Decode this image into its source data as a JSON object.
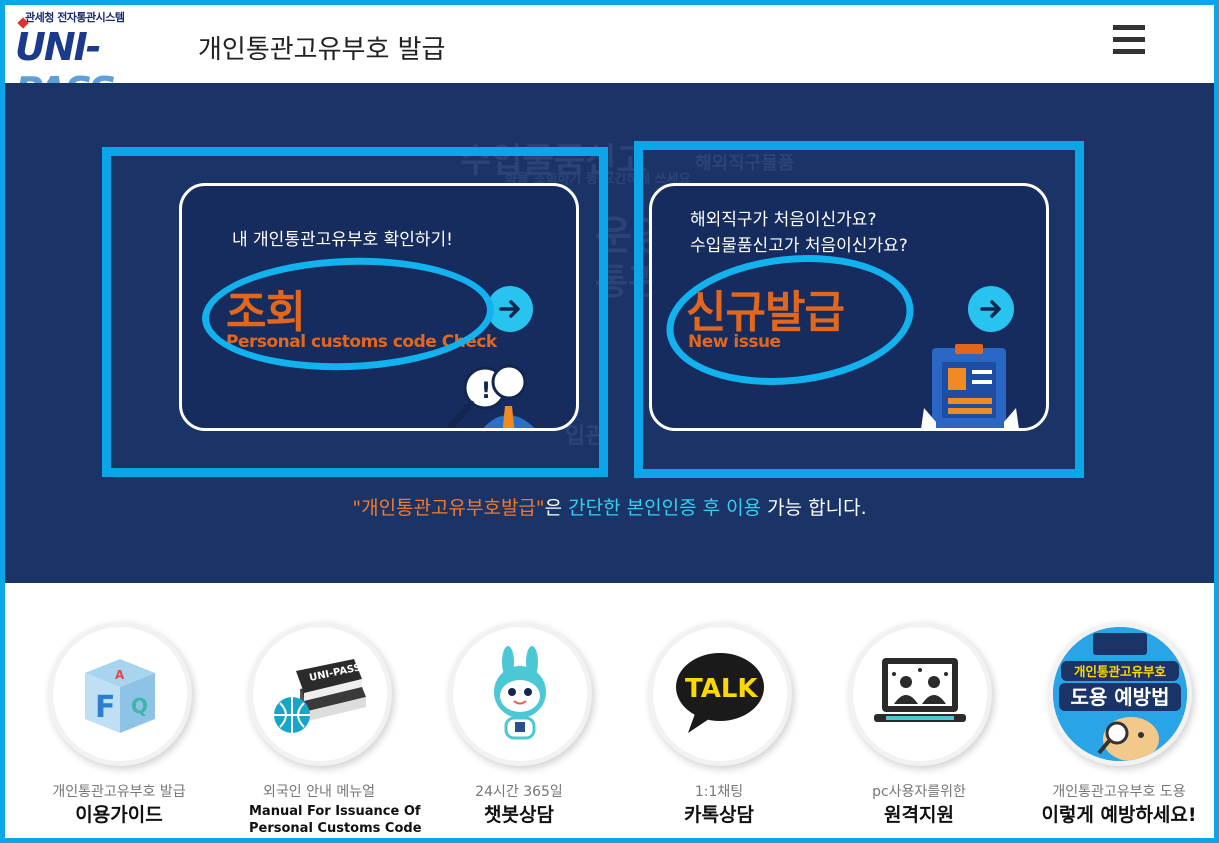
{
  "header": {
    "logo_sub": "관세청 전자통관시스템",
    "logo_main_a": "UNI-",
    "logo_main_b": "PASS",
    "title": "개인통관고유부호 발급"
  },
  "hero": {
    "bg_words": [
      "수입물품신고",
      "해외직구물품",
      "화물 조회하기 등 요긴하게 쓰세요",
      "운영",
      "통관",
      "입관"
    ],
    "card_lookup": {
      "desc": "내 개인통관고유부호 확인하기!",
      "big": "조회",
      "en": "Personal customs code Check"
    },
    "card_issue": {
      "desc1": "해외직구가 처음이신가요?",
      "desc2": "수입물품신고가 처음이신가요?",
      "big": "신규발급",
      "en": "New issue"
    },
    "notice": {
      "part1": "\"개인통관고유부호발급\"",
      "part2": "은 ",
      "part3": "간단한 본인인증 후 이용",
      "part4": " 가능 합니다."
    }
  },
  "quick": [
    {
      "small": "개인통관고유부호 발급",
      "big": "이용가이드",
      "icon": "guide-icon"
    },
    {
      "small": "외국인 안내 메뉴얼",
      "manual1": "Manual For Issuance Of",
      "manual2": "Personal Customs Code",
      "icon": "manual-book-icon"
    },
    {
      "small": "24시간 365일",
      "big": "챗봇상담",
      "icon": "chatbot-icon"
    },
    {
      "small": "1:1채팅",
      "big": "카톡상담",
      "talk": "TALK",
      "icon": "kakaotalk-icon"
    },
    {
      "small": "pc사용자를위한",
      "big": "원격지원",
      "icon": "remote-support-icon"
    },
    {
      "small": "개인통관고유부호 도용",
      "big": "이렇게 예방하세요!",
      "badge1": "개인통관고유부호",
      "badge2": "도용 예방법",
      "icon": "prevention-icon"
    }
  ],
  "colors": {
    "frame": "#0aa6e8",
    "hero_bg": "#1b3468",
    "accent_orange": "#e2671d",
    "accent_cyan": "#29c3ef"
  }
}
